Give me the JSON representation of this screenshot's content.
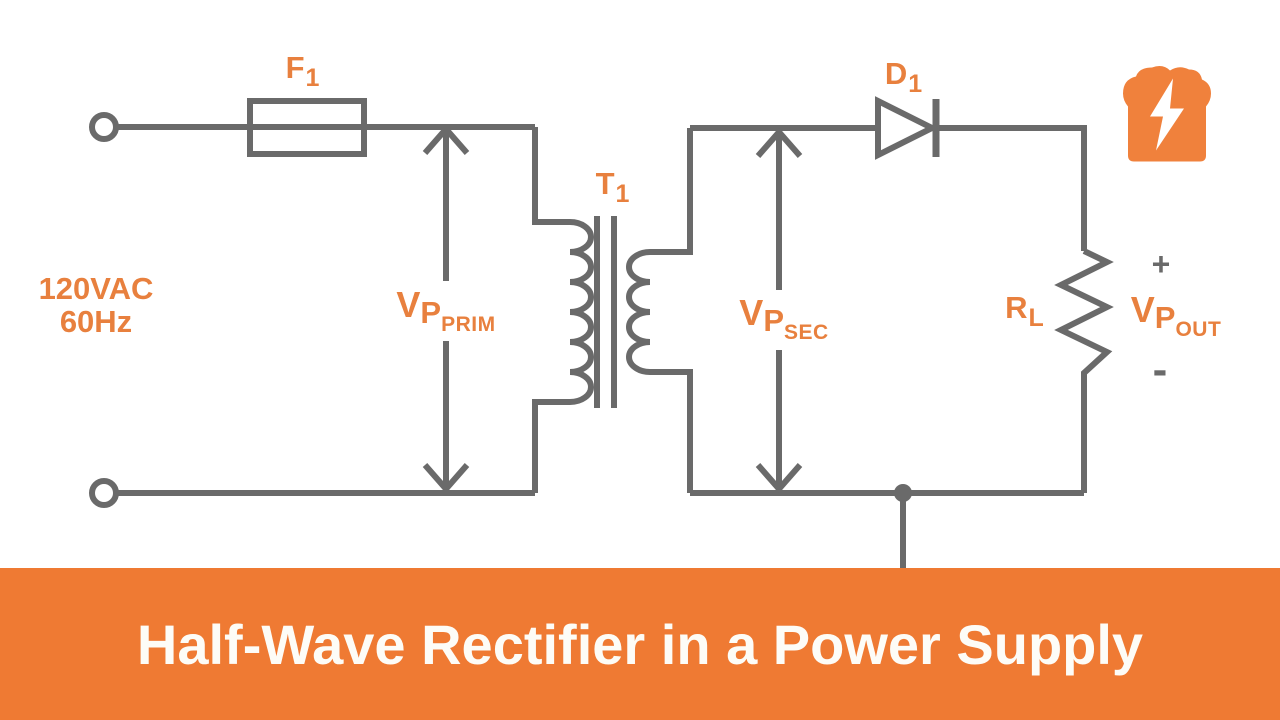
{
  "colors": {
    "wire_gray": "#6A6A6A",
    "label_orange": "#E8803E",
    "banner_orange": "#EF7A33",
    "banner_text": "#FDFCF7",
    "logo_orange": "#F0813C",
    "background": "#FFFFFF"
  },
  "banner": {
    "title": "Half-Wave Rectifier in a Power Supply"
  },
  "source": {
    "line1": "120VAC",
    "line2": "60Hz"
  },
  "components": {
    "fuse": {
      "name": "F",
      "sub": "1"
    },
    "transformer": {
      "name": "T",
      "sub": "1"
    },
    "diode": {
      "name": "D",
      "sub": "1"
    },
    "load_resistor": {
      "name": "R",
      "sub": "L"
    }
  },
  "voltages": {
    "primary": {
      "v": "V",
      "p": "P",
      "sub": "PRIM"
    },
    "secondary": {
      "v": "V",
      "p": "P",
      "sub": "SEC"
    },
    "output": {
      "v": "V",
      "p": "P",
      "sub": "OUT"
    },
    "polarity": {
      "plus": "+",
      "minus": "-"
    }
  },
  "logo": {
    "icon": "toast-with-lightning-bolt"
  }
}
